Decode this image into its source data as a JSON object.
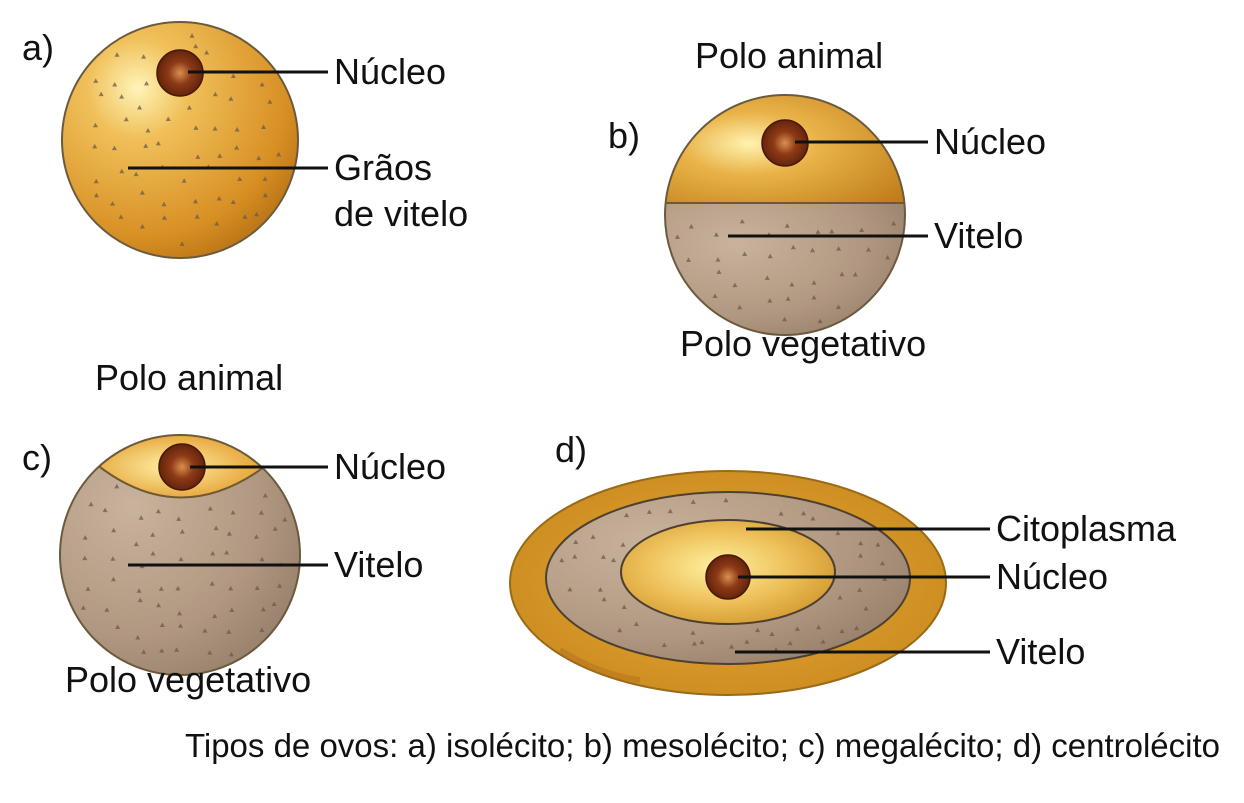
{
  "panels": {
    "a": {
      "letter": "a)",
      "nucleus_label": "Núcleo",
      "grains_label_line1": "Grãos",
      "grains_label_line2": "de vitelo"
    },
    "b": {
      "letter": "b)",
      "top_label": "Polo animal",
      "nucleus_label": "Núcleo",
      "yolk_label": "Vitelo",
      "bottom_label": "Polo vegetativo"
    },
    "c": {
      "letter": "c)",
      "top_label": "Polo animal",
      "nucleus_label": "Núcleo",
      "yolk_label": "Vitelo",
      "bottom_label": "Polo vegetativo"
    },
    "d": {
      "letter": "d)",
      "cytoplasm_label": "Citoplasma",
      "nucleus_label": "Núcleo",
      "yolk_label": "Vitelo"
    }
  },
  "caption": "Tipos de ovos: a) isolécito; b) mesolécito; c) megalécito; d) centrolécito",
  "colors": {
    "cytoplasm": "#e5a02f",
    "cytoplasm_highlight": "#fff2b0",
    "yolk": "#b39b84",
    "nucleus": "#7a2f12",
    "nucleus_center": "#d6864a",
    "yolk_dot": "#6d5a48"
  }
}
